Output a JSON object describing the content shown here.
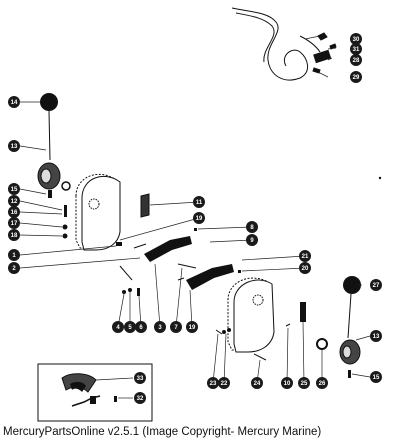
{
  "diagram": {
    "callouts": [
      "1",
      "2",
      "3",
      "4",
      "5",
      "6",
      "7",
      "8",
      "9",
      "10",
      "11",
      "12",
      "13",
      "14",
      "15",
      "16",
      "17",
      "18",
      "19",
      "20",
      "21",
      "22",
      "23",
      "24",
      "25",
      "26",
      "27",
      "28",
      "29",
      "30",
      "31",
      "32",
      "33"
    ]
  },
  "footer": {
    "copyright": "MercuryPartsOnline v2.5.1 (Image Copyright- Mercury Marine)"
  }
}
